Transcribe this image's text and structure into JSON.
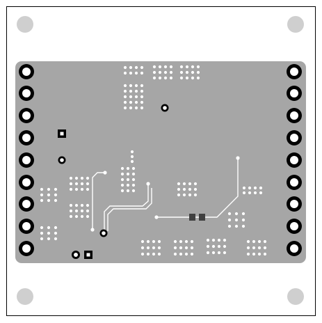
{
  "view": {
    "subject": "pcb-bottom-layer",
    "colors": {
      "background": "#ffffff",
      "outline": "#000000",
      "mount_hole": "#cfcfcf",
      "ground_pour": "#a6a6a6",
      "pad": "#000000",
      "pad_ring": "#ffffff",
      "via": "#ffffff",
      "trace": "#ffffff",
      "component": "#404040"
    },
    "mount_hole_count": 4,
    "connector_pin_rows": [
      {
        "side": "left",
        "count": 9
      },
      {
        "side": "right",
        "count": 9
      }
    ]
  }
}
